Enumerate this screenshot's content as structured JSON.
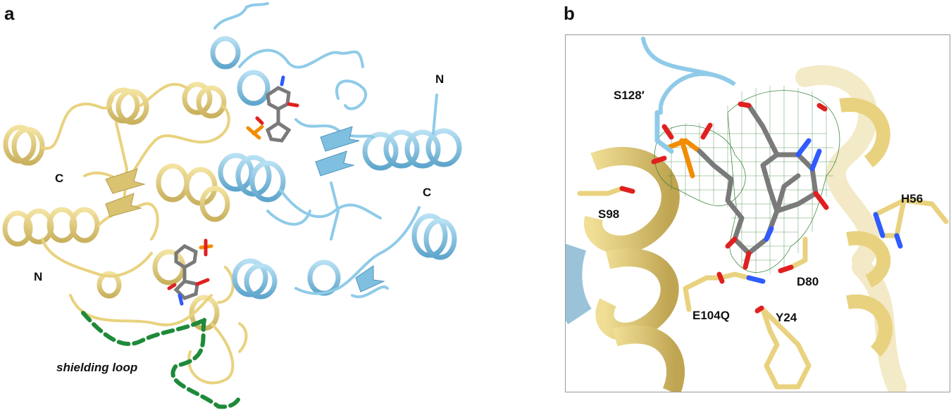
{
  "panel_a": {
    "label": "a",
    "chain_labels": {
      "yellow_c": "C",
      "yellow_n": "N",
      "blue_n": "N",
      "blue_c": "C"
    },
    "loop_label": "shielding loop",
    "colors": {
      "yellow": "#E9D27F",
      "yellow_dark": "#C9B15E",
      "blue": "#8FCBE8",
      "blue_dark": "#5FA6CC",
      "loop_dash": "#1E8A3A"
    }
  },
  "panel_b": {
    "label": "b",
    "residues": {
      "s128": "S128′",
      "s98": "S98",
      "h56": "H56",
      "d80": "D80",
      "e104q": "E104Q",
      "y24": "Y24"
    },
    "colors": {
      "mesh": "#2E7D32",
      "carbon": "#7A7A7A",
      "oxygen": "#E02020",
      "nitrogen": "#2F5BFF",
      "phosphorus": "#F28C00"
    }
  }
}
